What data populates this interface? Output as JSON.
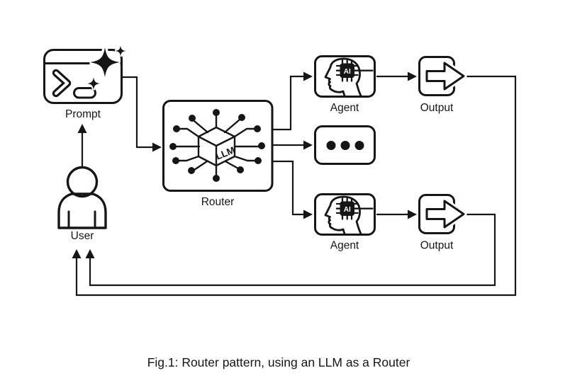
{
  "caption": "Fig.1: Router pattern, using an LLM as a Router",
  "colors": {
    "ink": "#161616",
    "background": "#ffffff"
  },
  "nodes": {
    "prompt": {
      "label": "Prompt",
      "icon": "terminal-sparkle-icon"
    },
    "user": {
      "label": "User",
      "icon": "person-icon"
    },
    "router": {
      "label": "Router",
      "icon": "llm-circuit-cube-icon",
      "cube_text": "LLM"
    },
    "agents": [
      {
        "label": "Agent",
        "icon": "ai-head-chip-icon",
        "chip_text": "AI"
      },
      {
        "label": "Agent",
        "icon": "ai-head-chip-icon",
        "chip_text": "AI"
      }
    ],
    "outputs": [
      {
        "label": "Output",
        "icon": "export-arrow-icon"
      },
      {
        "label": "Output",
        "icon": "export-arrow-icon"
      }
    ],
    "ellipsis": {
      "icon": "three-dots-icon"
    }
  }
}
